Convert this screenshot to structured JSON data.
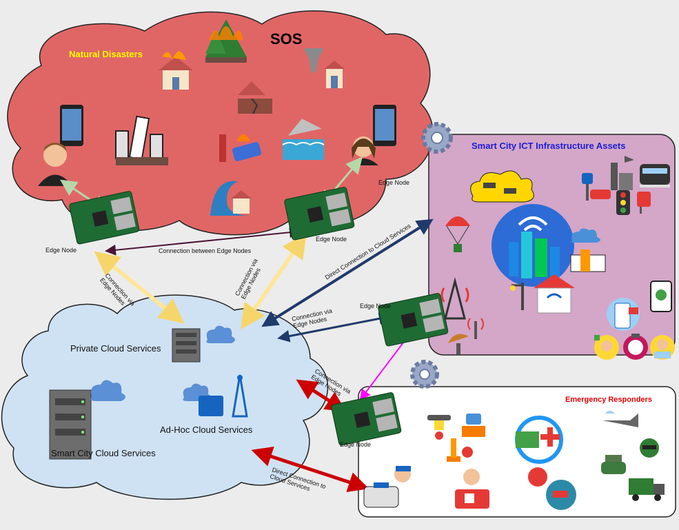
{
  "regions": {
    "natural_disasters": "Natural Disasters",
    "sos": "SOS",
    "smart_city_assets": "Smart City ICT Infrastructure Assets",
    "emergency_responders": "Emergency Responders"
  },
  "clouds": {
    "private": "Private Cloud Services",
    "adhoc": "Ad-Hoc Cloud Services",
    "smart_city": "Smart City Cloud Services"
  },
  "edge_node_label": "Edge Node",
  "connections": {
    "between_edge_nodes": "Connection between Edge Nodes",
    "via_edge_nodes_line1": "Connection via",
    "via_edge_nodes_line2": "Edge Nodes",
    "direct_cloud": "Direct Connection to Cloud Services",
    "direct_cloud_line1": "Direct Connection to",
    "direct_cloud_line2": "Cloud Services"
  },
  "colors": {
    "disaster_cloud": "#e06666",
    "smart_city_box": "#d4a6c8",
    "cloud_services": "#cfe2f3",
    "light_green_link": "#b6d7a8",
    "yellow_link": "#ffe599",
    "dark_red_link": "#4a1535",
    "navy_link": "#1f3a6b",
    "magenta_link": "#ff00ff",
    "red_link": "#cc0000",
    "title_yellow": "#ffff00",
    "title_blue": "#1c1cd6",
    "title_red": "#e00000"
  }
}
